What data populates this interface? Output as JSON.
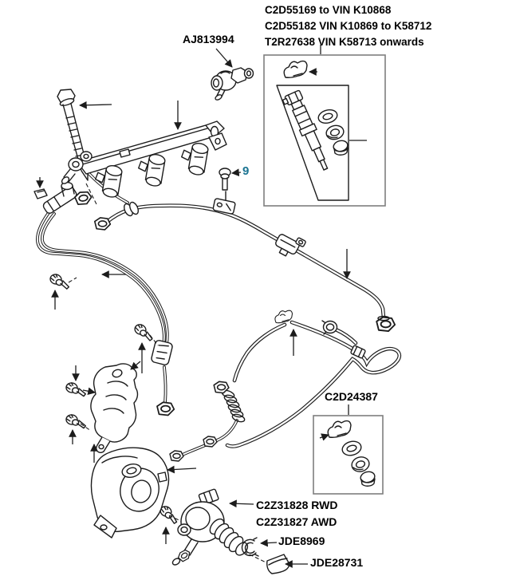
{
  "diagram": {
    "title_note": {
      "line1": "C2D55169 to VIN K10868",
      "line2": "C2D55182 VIN K10869 to K58712",
      "line3": "T2R27638 VIN K58713 onwards"
    },
    "callouts": {
      "fuel_pressure_sensor": "AJ813994",
      "mounting_bolt_item": "9",
      "injector_seal_kit": "C2D24387",
      "pump_rwd": "C2Z31828 RWD",
      "pump_awd": "C2Z31827 AWD",
      "snap_ring": "JDE8969",
      "tappet": "JDE28731"
    },
    "colors": {
      "background": "#ffffff",
      "line": "#1c1c1c",
      "box_border": "#7f7f7f",
      "highlight": "#1b7492",
      "text": "#000000"
    }
  }
}
